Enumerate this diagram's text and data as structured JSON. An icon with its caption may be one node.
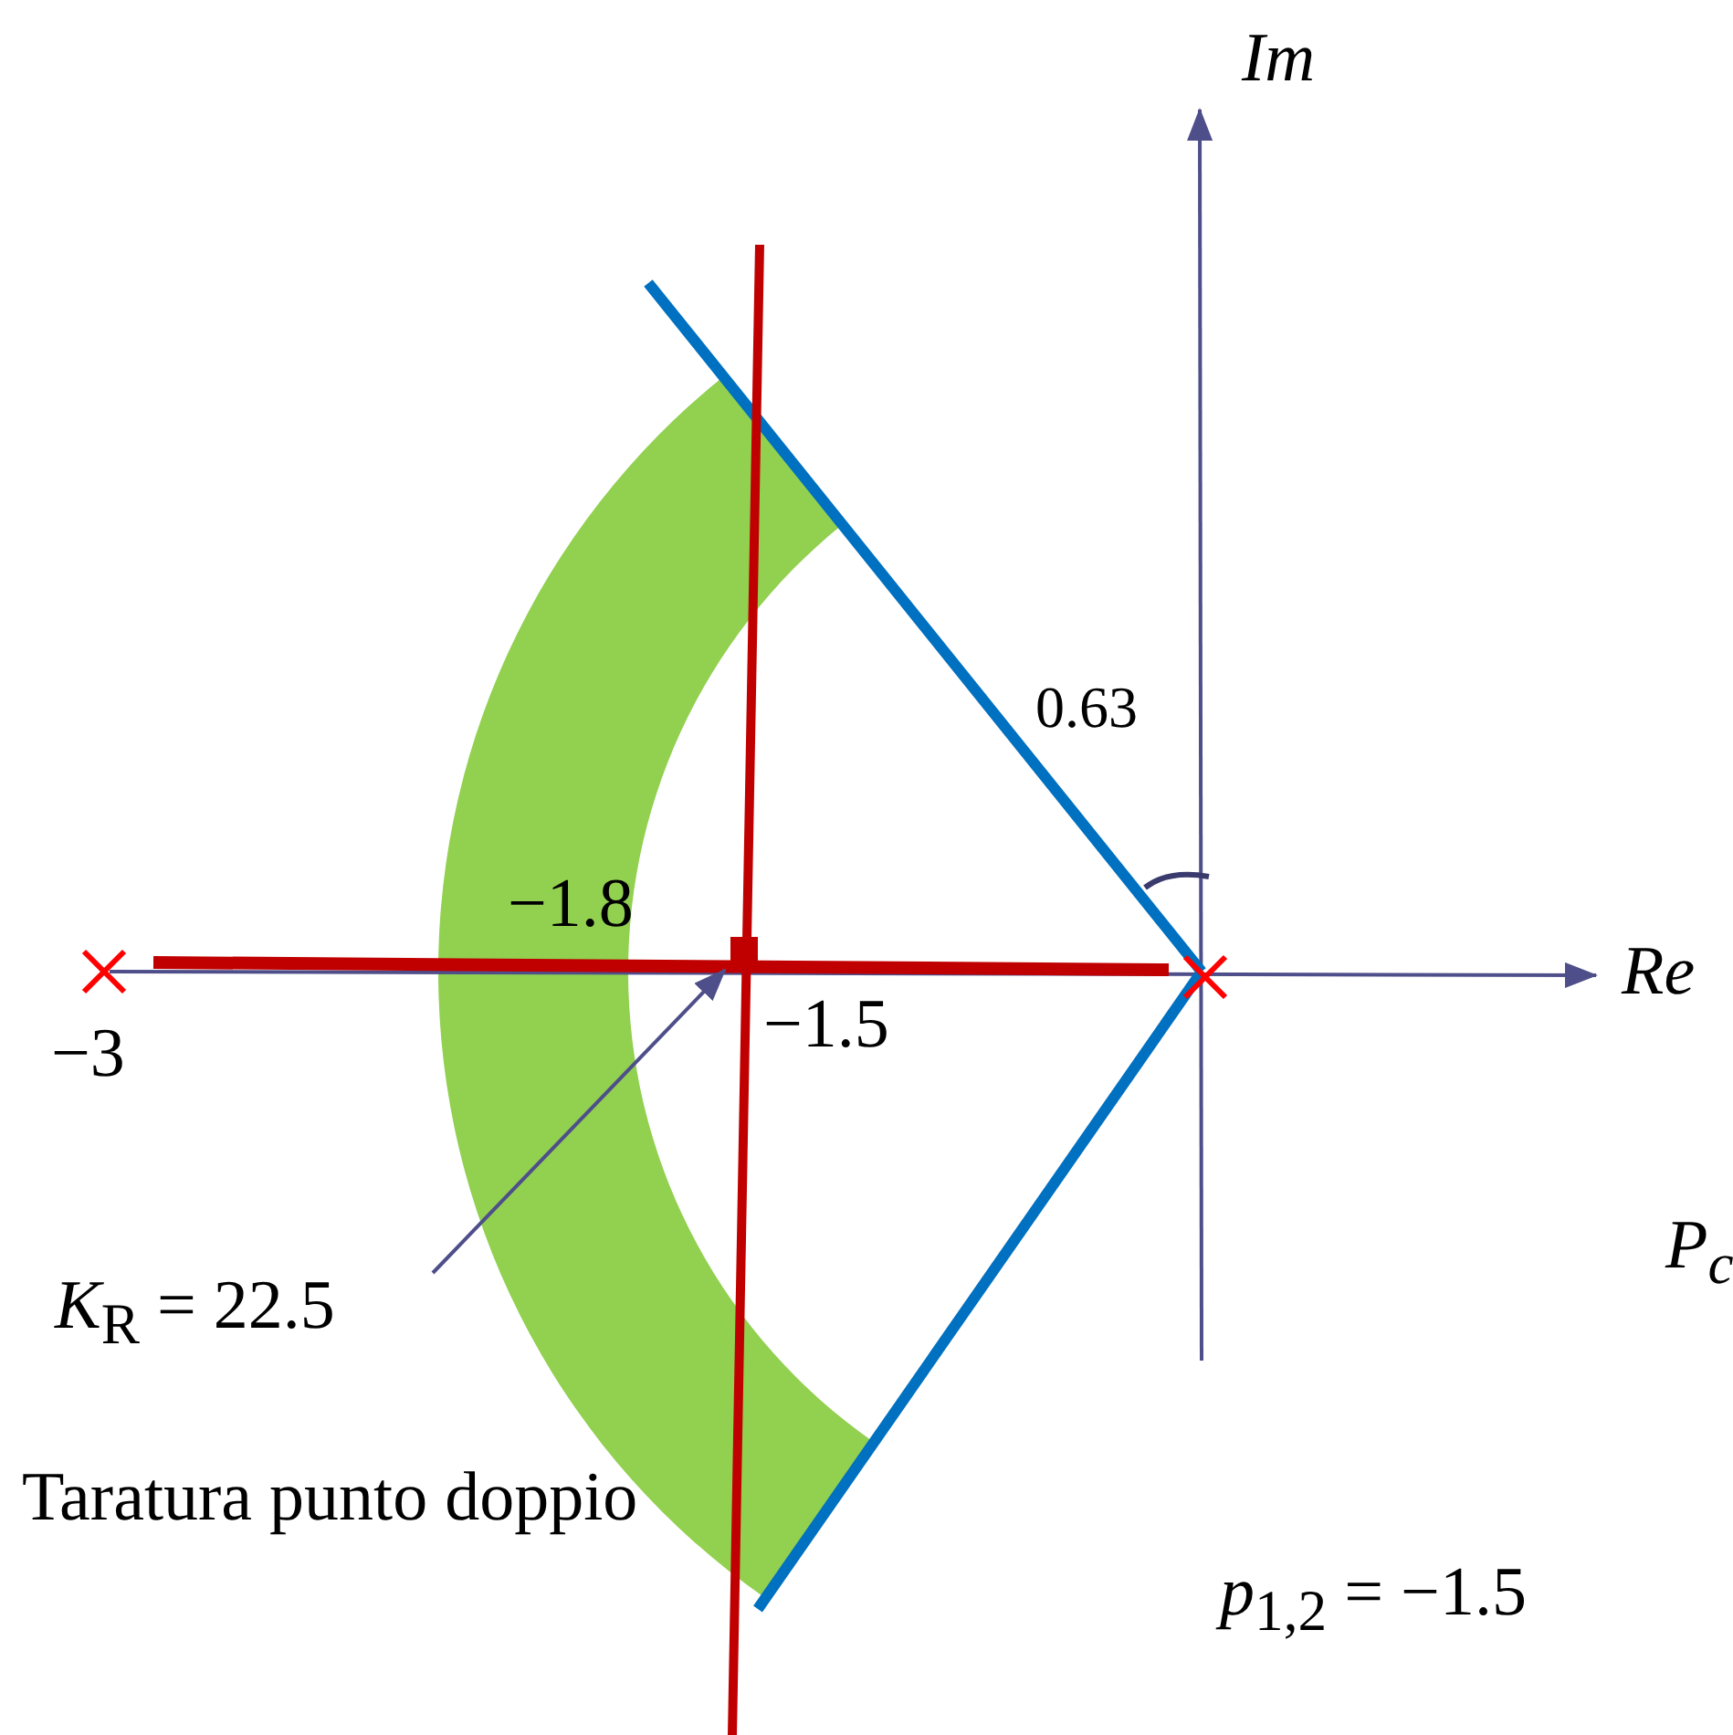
{
  "diagram": {
    "nodes": [
      {
        "text": [
          "*K*$_{R}$ = 22.5"
        ]
      },
      {
        "text": [],
        "shape": "box"
      }
    ],
    "edges": [
      {
        "from": 0,
        "to": 1,
        "arrow": "to"
      }
    ],
    "labels": [
      "Im",
      "0.63",
      "−1.8",
      "Re",
      "−3",
      "−1.5",
      "P$_{c}$",
      "Taratura punto doppio",
      "*p*$_{1,2}$ = −1.5"
    ]
  }
}
